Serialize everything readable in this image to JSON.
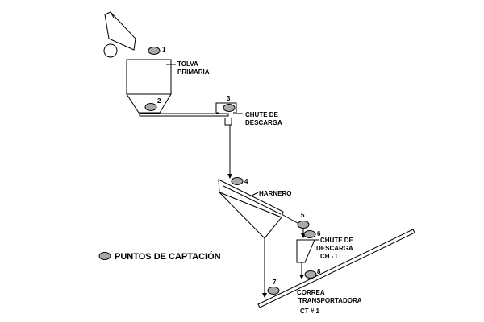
{
  "labels": {
    "tolva_line1": "TOLVA",
    "tolva_line2": "PRIMARIA",
    "chute1_line1": "CHUTE DE",
    "chute1_line2": "DESCARGA",
    "harnero": "HARNERO",
    "chute2_line1": "CHUTE DE",
    "chute2_line2": "DESCARGA",
    "chute2_line3": "CH - I",
    "correa_line1": "CORREA",
    "correa_line2": "TRANSPORTADORA",
    "correa_line3": "CT # 1"
  },
  "legend": {
    "text": "PUNTOS DE CAPTACIÓN"
  },
  "points": {
    "p1": "1",
    "p2": "2",
    "p3": "3",
    "p4": "4",
    "p5": "5",
    "p6": "6",
    "p7": "7",
    "p8": "8"
  },
  "colors": {
    "point_fill": "#a9a9a9",
    "line": "#000000",
    "background": "#ffffff"
  }
}
